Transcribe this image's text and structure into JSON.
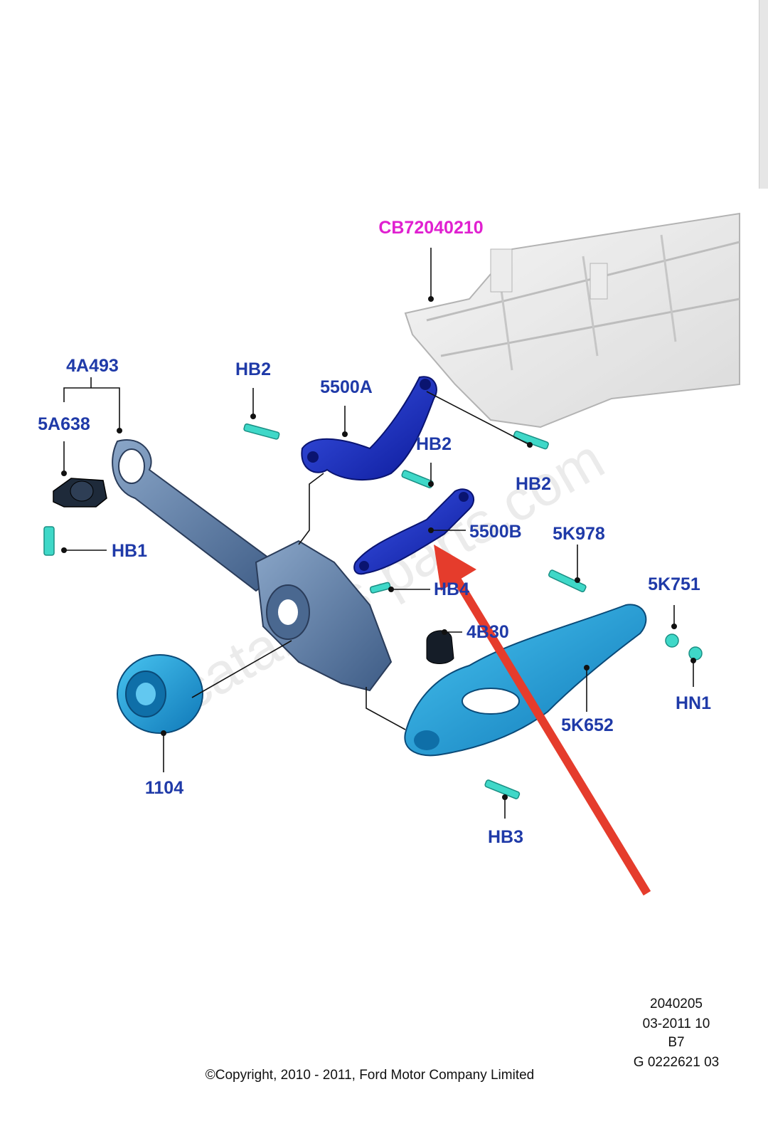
{
  "reference_part": "CB72040210",
  "labels": {
    "4A493": "4A493",
    "5A638": "5A638",
    "HB1": "HB1",
    "HB2_a": "HB2",
    "HB2_b": "HB2",
    "HB2_c": "HB2",
    "5500A": "5500A",
    "5500B": "5500B",
    "HB4": "HB4",
    "4B30": "4B30",
    "5K978": "5K978",
    "5K751": "5K751",
    "HN1": "HN1",
    "5K652": "5K652",
    "1104": "1104",
    "HB3": "HB3"
  },
  "illustration_info": {
    "number": "2040205",
    "date": "03-2011 10",
    "code": "B7",
    "sheet": "G 0222621 03"
  },
  "copyright": "©Copyright, 2010 - 2011, Ford Motor Company Limited",
  "watermark": "catalogs-parts.com",
  "colors": {
    "label_blue": "#1f3aa8",
    "reference_magenta": "#e020d0",
    "arm_blue": "#1a2fc0",
    "knuckle_gray_blue": "#5a7aa0",
    "cyan_part": "#1aa0d8",
    "fastener_teal": "#3fd8c8",
    "subframe_gray": "#d8d8d8",
    "arrow_red": "#e53c2c"
  }
}
